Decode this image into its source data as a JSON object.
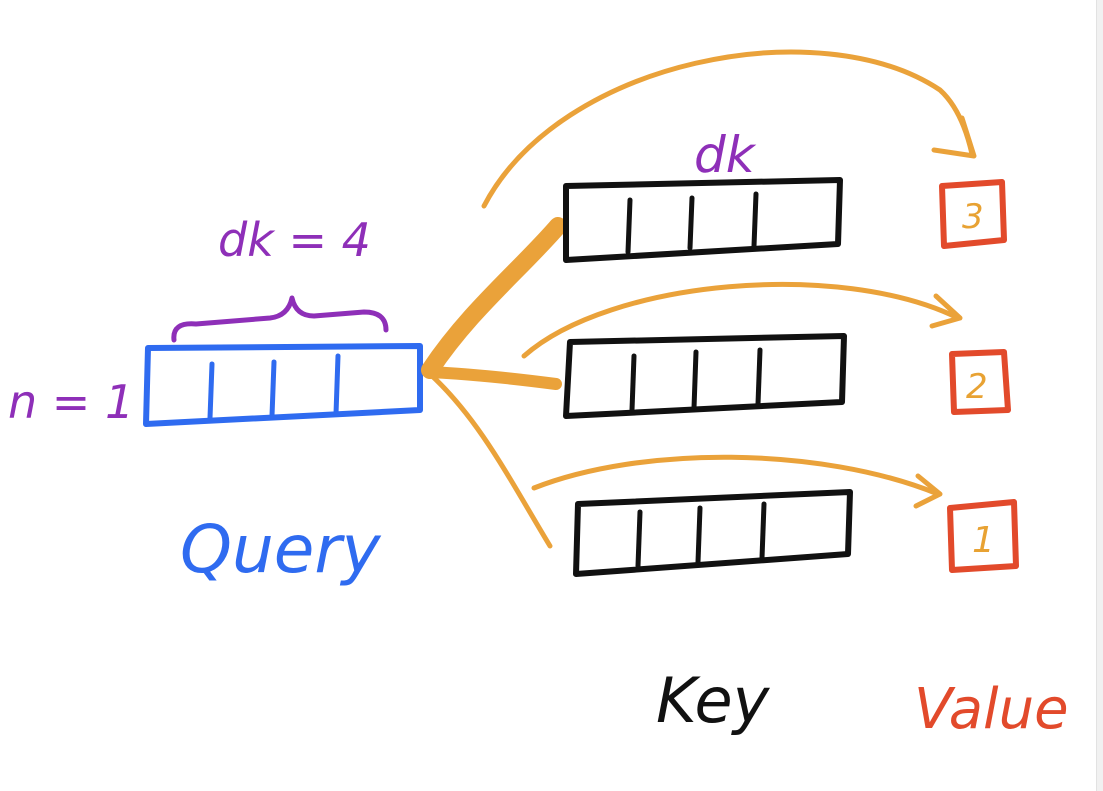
{
  "colors": {
    "query": "#2f6bf0",
    "dim": "#8e2fb8",
    "key": "#111111",
    "value": "#e24a2b",
    "value_text": "#e8a233",
    "arrow": "#eaa23a"
  },
  "query": {
    "label": "Query",
    "n_label": "n = 1",
    "dk_label": "dk = 4",
    "cells": 4
  },
  "keys": {
    "label": "Key",
    "dk_label": "dk",
    "rows": [
      {
        "cells": 4,
        "attention": "high"
      },
      {
        "cells": 4,
        "attention": "medium"
      },
      {
        "cells": 4,
        "attention": "low"
      }
    ]
  },
  "values": {
    "label": "Value",
    "items": [
      "3",
      "2",
      "1"
    ]
  }
}
